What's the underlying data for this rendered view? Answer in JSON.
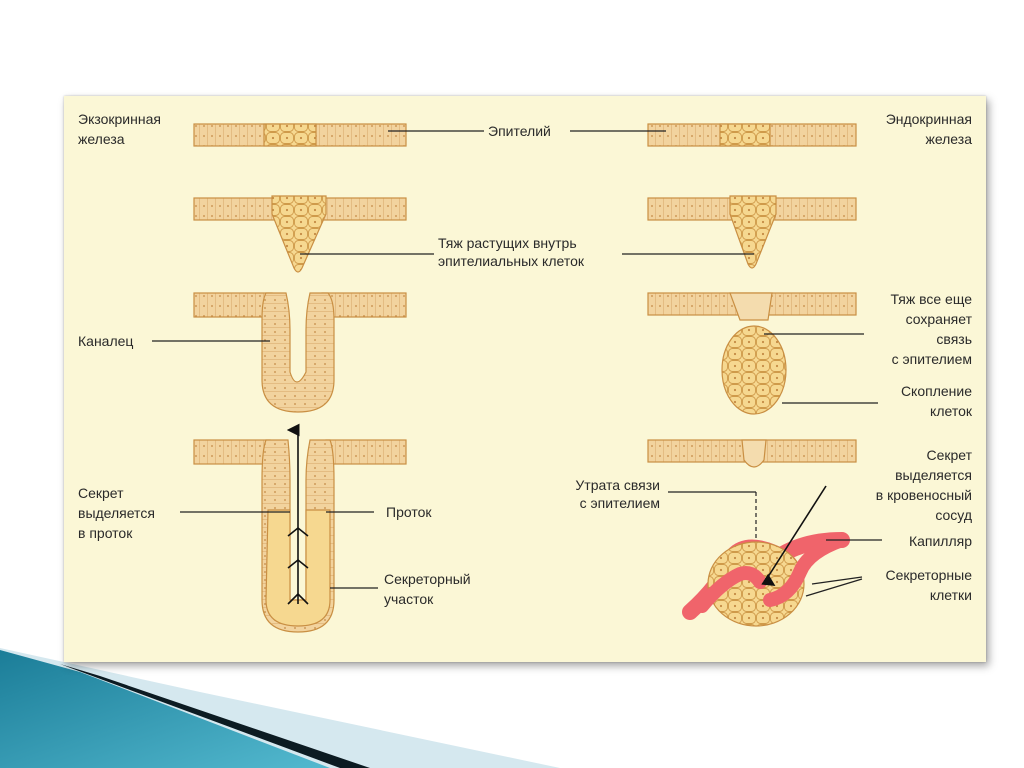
{
  "colors": {
    "panel": "#fbf7d6",
    "epithelium_fill": "#f2d39e",
    "epithelium_stroke": "#c98f43",
    "gland_fill": "#f6d890",
    "capillary": "#f0646b",
    "slide_teal": "#2f92ad"
  },
  "labels": {
    "exocrine": [
      "Экзокринная",
      "железа"
    ],
    "endocrine": [
      "Эндокринная",
      "железа"
    ],
    "epithelium": "Эпителий",
    "strand": [
      "Тяж растущих внутрь",
      "эпителиальных клеток"
    ],
    "canal": "Каналец",
    "strand_still": [
      "Тяж все еще",
      "сохраняет",
      "связь",
      "с эпителием"
    ],
    "cluster": [
      "Скопление",
      "клеток"
    ],
    "secretion_duct": [
      "Секрет",
      "выделяется",
      "в проток"
    ],
    "duct": "Проток",
    "secretory_part": [
      "Секреторный",
      "участок"
    ],
    "loss_connection": [
      "Утрата связи",
      "с эпителием"
    ],
    "secretion_vessel": [
      "Секрет",
      "выделяется",
      "в кровеносный",
      "сосуд"
    ],
    "capillary": "Капилляр",
    "secretory_cells": [
      "Секреторные",
      "клетки"
    ]
  }
}
